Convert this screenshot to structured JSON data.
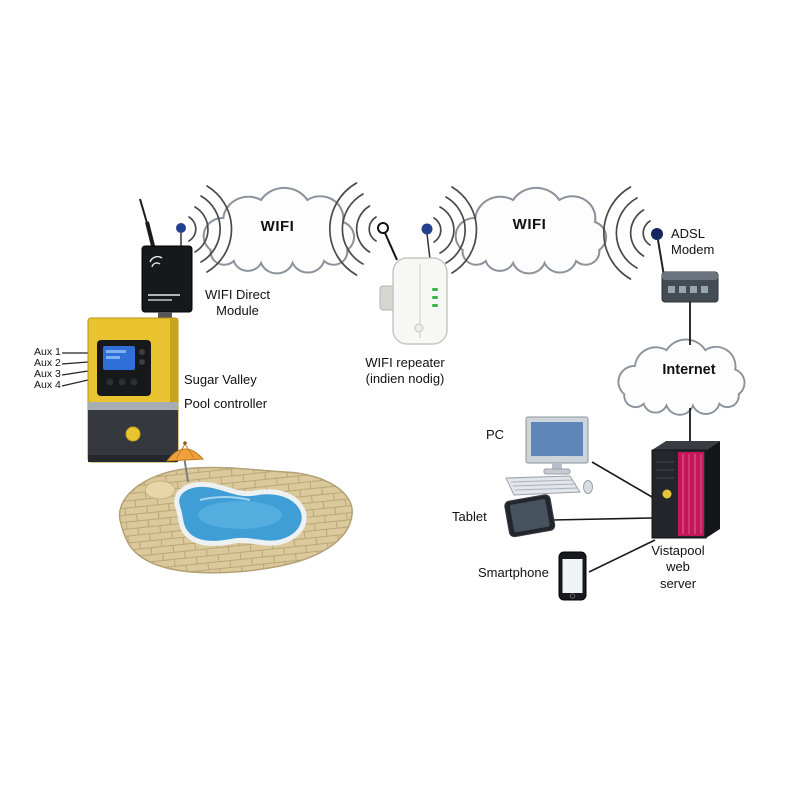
{
  "diagram": {
    "module": {
      "label": "WIFI Direct\nModule"
    },
    "wifi_left": {
      "label": "WIFI"
    },
    "wifi_right": {
      "label": "WIFI"
    },
    "repeater": {
      "label": "WIFI repeater\n(indien nodig)"
    },
    "adsl": {
      "label": "ADSL\nModem"
    },
    "internet": {
      "label": "Internet"
    },
    "controller": {
      "brand": "Sugar Valley",
      "name": "Pool controller"
    },
    "aux": {
      "items": [
        "Aux 1",
        "Aux 2",
        "Aux 3",
        "Aux 4"
      ]
    },
    "clients": {
      "pc": "PC",
      "tablet": "Tablet",
      "smartphone": "Smartphone"
    },
    "server": {
      "label": "Vistapool\nweb\nserver"
    },
    "colors": {
      "controller_yellow": "#e9c430",
      "server_magenta": "#c41658",
      "pool_blue": "#3f9ed6",
      "antenna_dot_blue": "#23408f",
      "led_green": "#3db54a",
      "screen_blue": "#5e86b8",
      "lcd_blue": "#2f6fd8",
      "cloud_stroke": "#8d939c"
    }
  }
}
